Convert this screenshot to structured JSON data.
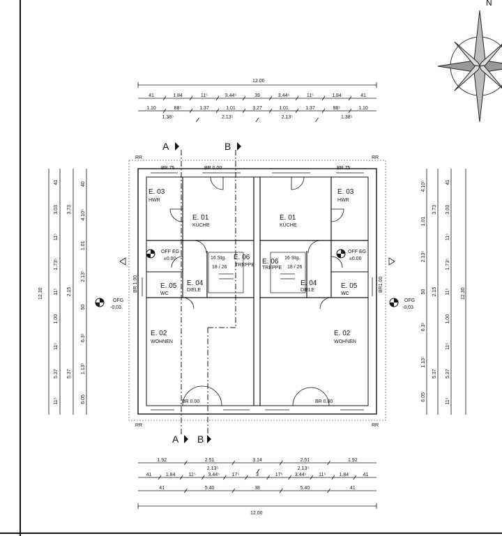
{
  "north": "N",
  "overall_width": "12.00",
  "overall_depth": "12.30",
  "top_dims": {
    "row1": [
      "41",
      "1.84",
      "11⁵",
      "3.44⁵",
      "39",
      "3.44⁵",
      "11⁵",
      "1.84",
      "41"
    ],
    "row2": [
      "1.10",
      "88⁵",
      "1.37",
      "1.01",
      "3.27",
      "1.01",
      "1.37",
      "88⁵",
      "1.10"
    ],
    "row2_sub": [
      "1.38⁵",
      "2.13⁵",
      "2.13⁵",
      "1.38⁵"
    ]
  },
  "bottom_dims": {
    "row1": [
      "1.92",
      "2.51",
      "3.14",
      "2.51",
      "1.92"
    ],
    "row1_sub": [
      "2.13⁵",
      "2.13⁵"
    ],
    "row2": [
      "41",
      "1.84",
      "11⁵",
      "3.44⁵",
      "17⁵",
      "3",
      "17⁵",
      "3.44⁵",
      "11⁵",
      "1.84",
      "41"
    ],
    "row3": [
      "41",
      "5.40",
      "38",
      "5.40",
      "41"
    ]
  },
  "left_dims": {
    "outer": [
      "41",
      "3.03",
      "11⁵",
      "1.73⁵",
      "11⁵",
      "1.00",
      "11⁵",
      "5.37",
      "11⁵"
    ],
    "middle": [
      "3.73",
      "2.15",
      "5.37"
    ],
    "inner": [
      "40",
      "4.10⁵",
      "1.01",
      "2.13⁵",
      "50",
      "6.3⁵",
      "1.13⁵",
      "6.05"
    ]
  },
  "right_dims": {
    "outer": [
      "41",
      "3.03",
      "11⁵",
      "1.73⁵",
      "11⁵",
      "1.00",
      "11⁵",
      "5.37",
      "11⁵"
    ],
    "middle": [
      "3.73",
      "2.15",
      "5.37"
    ],
    "inner": [
      "4.10⁵",
      "1.01",
      "2.13⁵",
      "50",
      "6.3⁵",
      "1.13⁵",
      "6.05"
    ]
  },
  "sections": {
    "a": "A",
    "b": "B"
  },
  "markers": {
    "rr": "RR",
    "br_left": "BR 1.00",
    "br_right": "BR1.00"
  },
  "left_unit": {
    "rooms": [
      {
        "num": "E. 03",
        "name": "HWR"
      },
      {
        "num": "E. 01",
        "name": "KÜCHE"
      },
      {
        "num": "E. 06",
        "name": "TREPPE"
      },
      {
        "num": "E. 04",
        "name": "DIELE"
      },
      {
        "num": "E. 05",
        "name": "WC"
      },
      {
        "num": "E. 02",
        "name": "WOHNEN"
      }
    ],
    "br_top1": "BR 75",
    "br_top2": "BR 0.00",
    "br_bottom": "BR 0.00",
    "stairs": "16 Stg.",
    "stairs_ratio": "18 / 26",
    "off_eg": "OFF EG",
    "off_eg_val": "±0.00"
  },
  "right_unit": {
    "rooms": [
      {
        "num": "E. 03",
        "name": "HWR"
      },
      {
        "num": "E. 01",
        "name": "KÜCHE"
      },
      {
        "num": "E. 06",
        "name": "TREPPE"
      },
      {
        "num": "E. 04",
        "name": "DIELE"
      },
      {
        "num": "E. 05",
        "name": "WC"
      },
      {
        "num": "E. 02",
        "name": "WOHNEN"
      }
    ],
    "br_top": "BR 75",
    "br_bottom": "BR 0.00",
    "stairs": "16 Stg.",
    "stairs_ratio": "18 / 26",
    "off_eg": "OFF EG",
    "off_eg_val": "±0.00"
  },
  "ofg_left": {
    "label": "OFG",
    "value": "-0,03"
  },
  "ofg_right": {
    "label": "OFG",
    "value": "-0,03"
  }
}
